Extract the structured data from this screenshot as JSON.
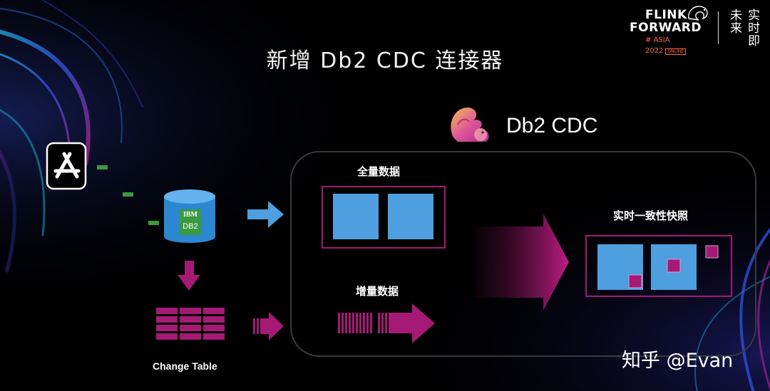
{
  "title": "新增 Db2 CDC 连接器",
  "brand": {
    "line1": "FLINK",
    "line2": "FORWARD",
    "sub": "# ASIA 2022",
    "tag": "ONLINE",
    "chinese": "实时即未来"
  },
  "cdc_title": "Db2 CDC",
  "database": {
    "vendor": "IBM",
    "name": "DB2"
  },
  "labels": {
    "full_data": "全量数据",
    "incremental_data": "增量数据",
    "snapshot": "实时一致性快照",
    "change_table": "Change Table"
  },
  "watermark": "知乎 @Evan",
  "colors": {
    "magenta": "#a51a74",
    "blue": "#4e9fe0",
    "light_blue": "#62b3ee",
    "green": "#3a9a3f"
  }
}
